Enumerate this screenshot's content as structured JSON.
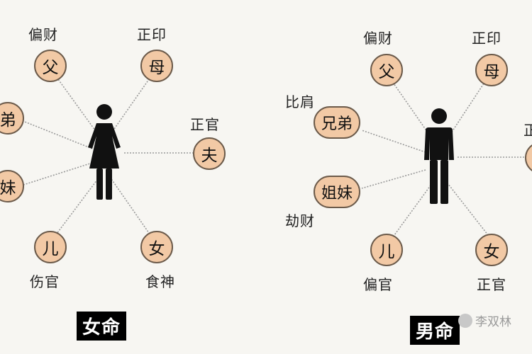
{
  "left": {
    "title": "女命",
    "nodes": {
      "father": "父",
      "mother": "母",
      "brother": "弟",
      "sister": "妹",
      "husband": "夫",
      "son": "儿",
      "daughter": "女"
    },
    "labels": {
      "father": "偏财",
      "mother": "正印",
      "husband": "正官",
      "son": "伤官",
      "daughter": "食神"
    }
  },
  "right": {
    "title": "男命",
    "nodes": {
      "father": "父",
      "mother": "母",
      "brothers": "兄弟",
      "sisters": "姐妹",
      "son": "儿",
      "daughter": "女"
    },
    "labels": {
      "father": "偏财",
      "mother": "正印",
      "brothers": "比肩",
      "sisters": "劫财",
      "son": "偏官",
      "daughter": "正官",
      "edge": "正"
    }
  },
  "watermark": "李双林",
  "colors": {
    "node_fill": "#f2c9a5",
    "node_border": "#6b5a4a",
    "line": "#9a9a9a",
    "figure": "#111111"
  }
}
